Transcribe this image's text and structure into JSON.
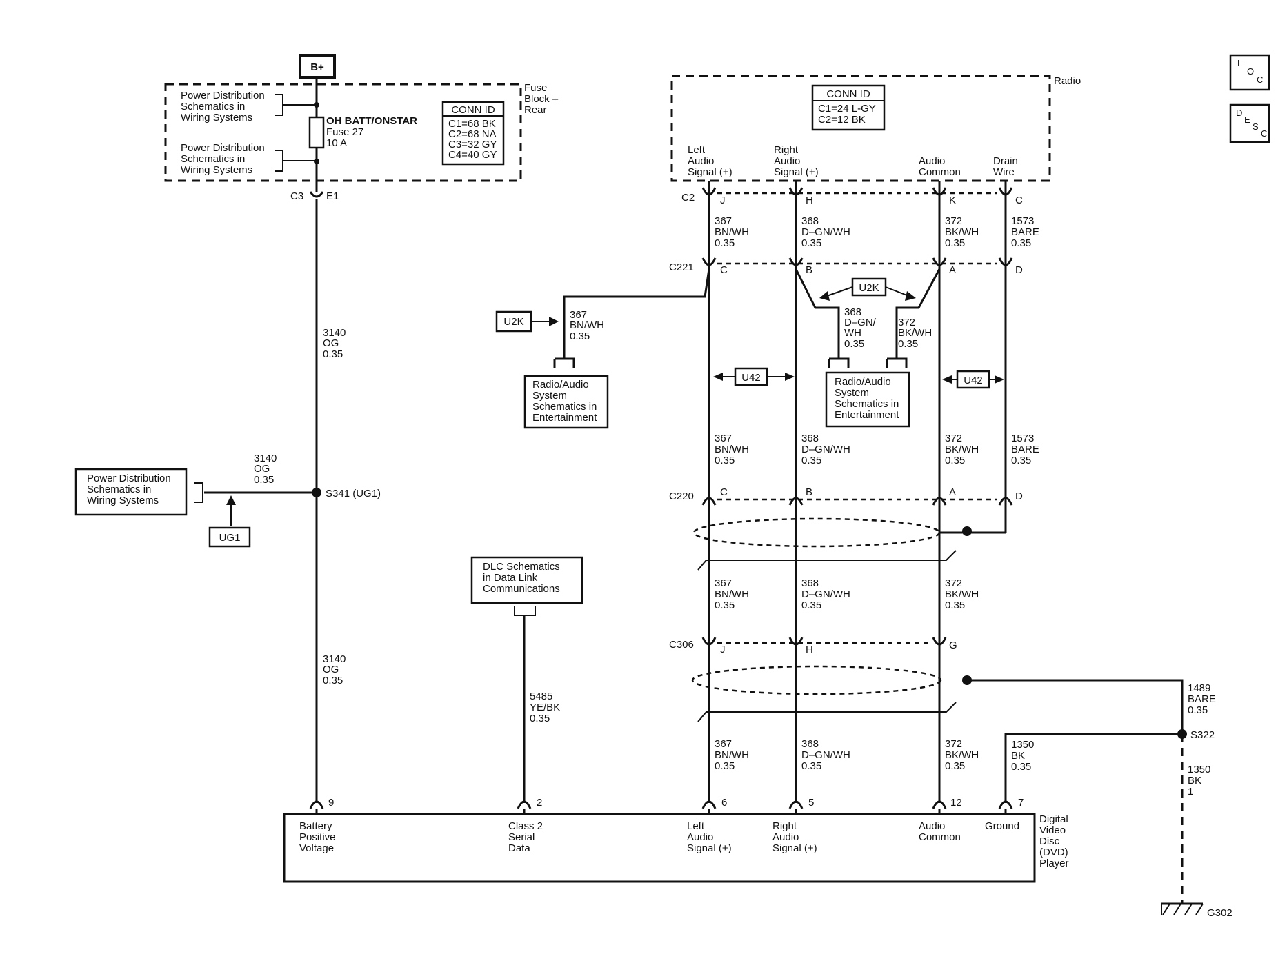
{
  "top": {
    "bplus": "B+",
    "fuse_block": [
      "Fuse",
      "Block –",
      "Rear"
    ],
    "pd1": [
      "Power Distribution",
      "Schematics in",
      "Wiring Systems"
    ],
    "pd2": [
      "Power Distribution",
      "Schematics in",
      "Wiring Systems"
    ],
    "fuse_label": [
      "OH BATT/ONSTAR",
      "Fuse 27",
      "10 A"
    ],
    "conn_title": "CONN ID",
    "conn_lines": [
      "C1=68 BK",
      "C2=68 NA",
      "C3=32 GY",
      "C4=40 GY"
    ],
    "c3": "C3",
    "e1": "E1"
  },
  "radio": {
    "name": "Radio",
    "conn_title": "CONN ID",
    "conn_lines": [
      "C1=24 L-GY",
      "C2=12 BK"
    ],
    "pins": [
      [
        "Left",
        "Audio",
        "Signal (+)"
      ],
      [
        "Right",
        "Audio",
        "Signal (+)"
      ],
      [
        "Audio",
        "Common"
      ],
      [
        "Drain",
        "Wire"
      ]
    ]
  },
  "connectors": {
    "c2": "C2",
    "c221": "C221",
    "c220": "C220",
    "c306": "C306",
    "c2_pins": [
      "J",
      "H",
      "K",
      "C"
    ],
    "c221_pins": [
      "C",
      "B",
      "A",
      "D"
    ],
    "c220_pins": [
      "C",
      "B",
      "A",
      "D"
    ],
    "c306_pins": [
      "J",
      "H",
      "G"
    ]
  },
  "wires": {
    "w367": [
      "367",
      "BN/WH",
      "0.35"
    ],
    "w368": [
      "368",
      "D–GN/WH",
      "0.35"
    ],
    "w372": [
      "372",
      "BK/WH",
      "0.35"
    ],
    "w1573": [
      "1573",
      "BARE",
      "0.35"
    ],
    "w3140": [
      "3140",
      "OG",
      "0.35"
    ],
    "w5485": [
      "5485",
      "YE/BK",
      "0.35"
    ],
    "w1489": [
      "1489",
      "BARE",
      "0.35"
    ],
    "w1350a": [
      "1350",
      "BK",
      "0.35"
    ],
    "w1350b": [
      "1350",
      "BK",
      "1"
    ],
    "w368b": [
      "368",
      "D–GN/",
      "WH",
      "0.35"
    ],
    "w372b": [
      "372",
      "BK/WH",
      "0.35"
    ]
  },
  "refs": {
    "u2k": "U2K",
    "u42": "U42",
    "ug1": "UG1",
    "s341": "S341 (UG1)",
    "s322": "S322",
    "g302": "G302",
    "rasys1": [
      "Radio/Audio",
      "System",
      "Schematics in",
      "Entertainment"
    ],
    "rasys2": [
      "Radio/Audio",
      "System",
      "Schematics in",
      "Entertainment"
    ],
    "pd3": [
      "Power Distribution",
      "Schematics in",
      "Wiring Systems"
    ],
    "dlc": [
      "DLC Schematics",
      "in Data Link",
      "Communications"
    ]
  },
  "dvd": {
    "name": [
      "Digital",
      "Video",
      "Disc",
      "(DVD)",
      "Player"
    ],
    "pin_nums": [
      "9",
      "2",
      "6",
      "5",
      "12",
      "7"
    ],
    "pins": [
      [
        "Battery",
        "Positive",
        "Voltage"
      ],
      [
        "Class 2",
        "Serial",
        "Data"
      ],
      [
        "Left",
        "Audio",
        "Signal (+)"
      ],
      [
        "Right",
        "Audio",
        "Signal (+)"
      ],
      [
        "Audio",
        "Common"
      ],
      [
        "Ground"
      ]
    ]
  },
  "side_icons": {
    "loc": [
      "L",
      "O",
      "C"
    ],
    "desc": [
      "D",
      "E",
      "S",
      "C"
    ]
  }
}
